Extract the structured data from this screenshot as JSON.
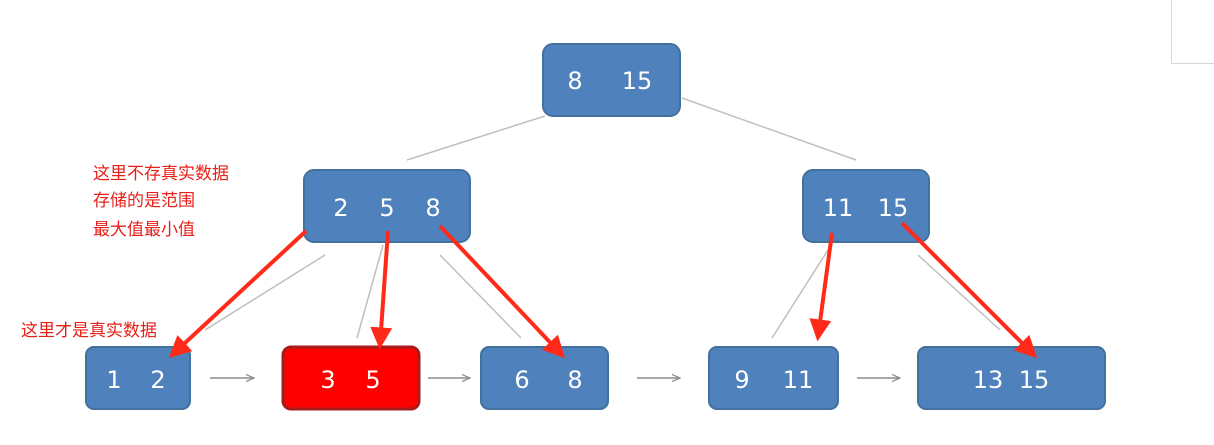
{
  "colors": {
    "node_fill": "#4f81bd",
    "node_stroke": "#41719c",
    "highlight_fill": "#ff0000",
    "highlight_stroke": "#a61c1c",
    "node_text": "#ffffff",
    "tree_line": "#bfbfbf",
    "leaf_arrow": "#8c8c8c",
    "pointer_arrow": "#ff2a1a",
    "annotation": "#e8201a"
  },
  "annotations": {
    "internal_lines": [
      "这里不存真实数据",
      "存储的是范围",
      "最大值最小值"
    ],
    "leaf_line": "这里才是真实数据"
  },
  "nodes": {
    "root": {
      "keys": [
        "8",
        "15"
      ]
    },
    "left": {
      "keys": [
        "2",
        "5",
        "8"
      ]
    },
    "right": {
      "keys": [
        "11",
        "15"
      ]
    },
    "leaves": [
      {
        "keys": [
          "1",
          "2"
        ],
        "highlighted": false
      },
      {
        "keys": [
          "3",
          "5"
        ],
        "highlighted": true
      },
      {
        "keys": [
          "6",
          "8"
        ],
        "highlighted": false
      },
      {
        "keys": [
          "9",
          "11"
        ],
        "highlighted": false
      },
      {
        "keys": [
          "13",
          "15"
        ],
        "highlighted": false
      }
    ]
  }
}
